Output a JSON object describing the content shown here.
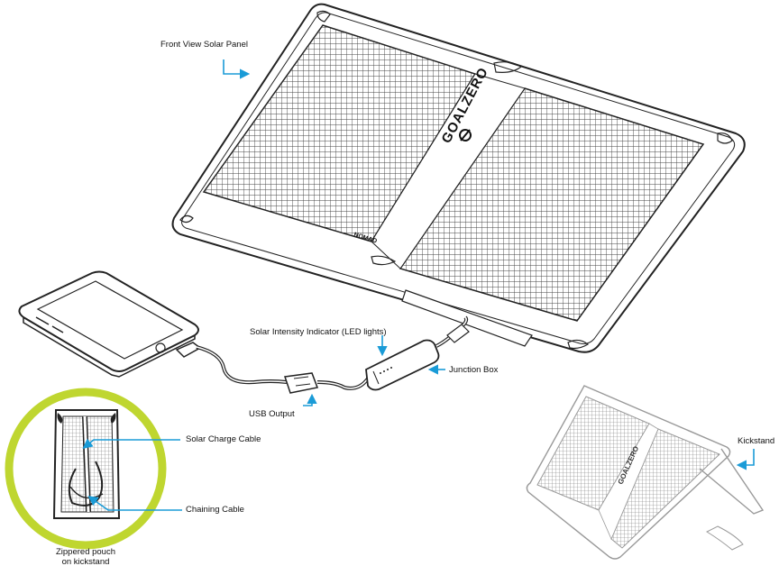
{
  "labels": {
    "front_view_solar_panel": "Front View Solar Panel",
    "solar_intensity_indicator": "Solar Intensity Indicator (LED lights)",
    "junction_box": "Junction Box",
    "usb_output": "USB Output",
    "solar_charge_cable": "Solar Charge Cable",
    "chaining_cable": "Chaining Cable",
    "zippered_pouch_line1": "Zippered pouch",
    "zippered_pouch_line2": "on kickstand",
    "kickstand": "Kickstand"
  },
  "brand": {
    "logo_text": "GOALZERO",
    "model_text": "NOMAD"
  },
  "colors": {
    "callout_arrow": "#1a9bd7",
    "pouch_ring": "#bfd630",
    "line_art": "#222222",
    "cell_grid": "#555555"
  }
}
